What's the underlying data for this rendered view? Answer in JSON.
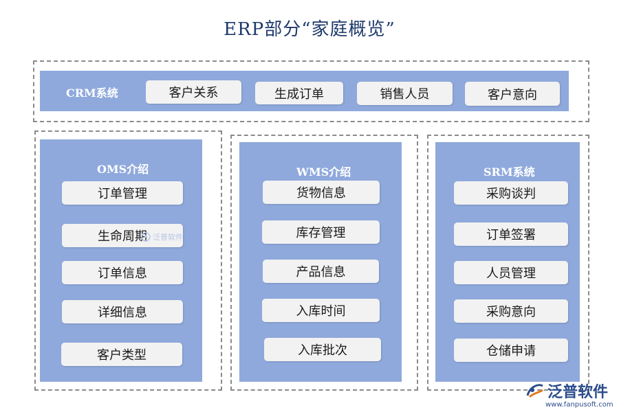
{
  "title": "ERP部分“家庭概览”",
  "crm": {
    "title": "CRM系统",
    "items": [
      "客户关系",
      "生成订单",
      "销售人员",
      "客户意向"
    ]
  },
  "oms": {
    "title": "OMS介绍",
    "items": [
      "订单管理",
      "生命周期",
      "订单信息",
      "详细信息",
      "客户类型"
    ]
  },
  "wms": {
    "title": "WMS介绍",
    "items": [
      "货物信息",
      "库存管理",
      "产品信息",
      "入库时间",
      "入库批次"
    ]
  },
  "srm": {
    "title": "SRM系统",
    "items": [
      "采购谈判",
      "订单签署",
      "人员管理",
      "采购意向",
      "仓储申请"
    ]
  },
  "watermark": "泛普软件",
  "logo": {
    "name": "泛普软件",
    "url": "www.fanpusoft.com"
  },
  "colors": {
    "panel": "#8fa9dc",
    "item": "#f2f2f2",
    "title": "#1f3a6b"
  }
}
